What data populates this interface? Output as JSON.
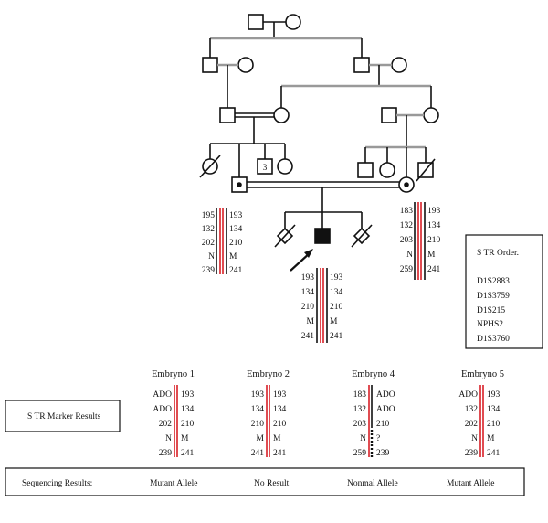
{
  "pedigree": {
    "individual_number_label": "3"
  },
  "haplotypes": {
    "father": {
      "left": [
        "195",
        "132",
        "202",
        "N",
        "239"
      ],
      "right": [
        "193",
        "134",
        "210",
        "M",
        "241"
      ]
    },
    "mother": {
      "left": [
        "183",
        "132",
        "203",
        "N",
        "259"
      ],
      "right": [
        "193",
        "134",
        "210",
        "M",
        "241"
      ]
    },
    "proband": {
      "left": [
        "193",
        "134",
        "210",
        "M",
        "241"
      ],
      "right": [
        "193",
        "134",
        "210",
        "M",
        "241"
      ]
    }
  },
  "str_order": {
    "title": "S TR Order.",
    "markers": [
      "D1S2883",
      "D1S3759",
      "D1S215",
      "NPHS2",
      "D1S3760"
    ]
  },
  "str_marker_results_label": "S TR Marker Results",
  "embryos": [
    {
      "name": "Embryno 1",
      "left": [
        "ADO",
        "ADO",
        "202",
        "N",
        "239"
      ],
      "right": [
        "193",
        "134",
        "210",
        "M",
        "241"
      ],
      "sequencing": "Mutant Allele"
    },
    {
      "name": "Embryno 2",
      "left": [
        "193",
        "134",
        "210",
        "M",
        "241"
      ],
      "right": [
        "193",
        "134",
        "210",
        "M",
        "241"
      ],
      "sequencing": "No Result"
    },
    {
      "name": "Embryno 4",
      "left": [
        "183",
        "132",
        "203",
        "N",
        "259"
      ],
      "right": [
        "ADO",
        "ADO",
        "210",
        "?",
        "239"
      ],
      "sequencing": "Nonmal Allele"
    },
    {
      "name": "Embryno 5",
      "left": [
        "ADO",
        "132",
        "202",
        "N",
        "239"
      ],
      "right": [
        "193",
        "134",
        "210",
        "M",
        "241"
      ],
      "sequencing": "Mutant Allele"
    }
  ],
  "sequencing_results_label": "Sequencing Results:",
  "colors": {
    "red_bar": "#d81f26",
    "gray_line": "#999999",
    "black": "#111111"
  }
}
